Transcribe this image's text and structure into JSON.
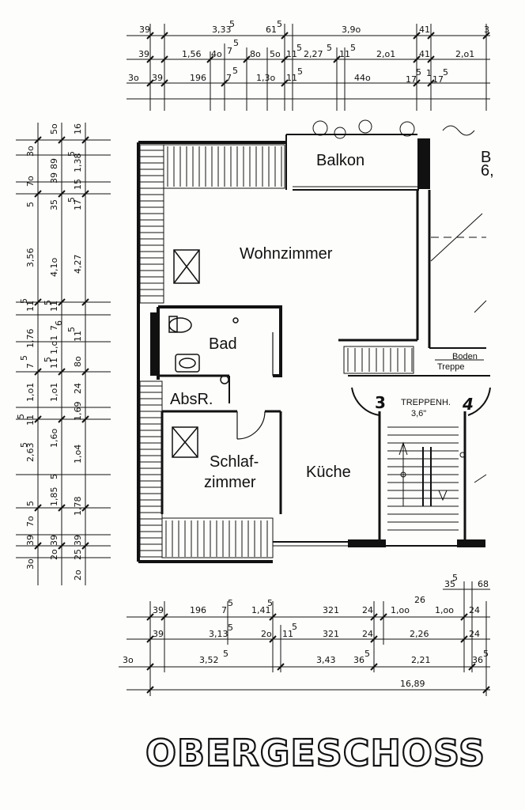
{
  "title": "OBERGESCHOSS",
  "rooms": {
    "balkon": "Balkon",
    "wohnzimmer": "Wohnzimmer",
    "bad": "Bad",
    "absr": "AbsR.",
    "schlaf_1": "Schlaf-",
    "schlaf_2": "zimmer",
    "kueche": "Küche",
    "balkon_right_1": "B",
    "balkon_right_2": "6,"
  },
  "stair": {
    "label": "TREPPENH.",
    "height": "3,6\"",
    "left_number": "3",
    "right_number": "4",
    "boden": "Boden",
    "treppe": "Treppe"
  },
  "dims_top": {
    "row1": [
      "39",
      "3,33",
      "5",
      "61",
      "5",
      "3,9o",
      "41",
      "3"
    ],
    "row2": [
      "39",
      "1,56",
      "4o",
      "7",
      "5",
      "8o",
      "5o",
      "11",
      "5",
      "2,27",
      "5",
      "11",
      "5",
      "2,o1",
      "41",
      "2,o1"
    ],
    "row3": [
      "3o",
      "39",
      "196",
      "7",
      "5",
      "1,3o",
      "11",
      "5",
      "44o",
      "17",
      "5",
      "1",
      "17",
      "5"
    ]
  },
  "dims_bottom": {
    "row0": [
      "35",
      "5",
      "68"
    ],
    "row1": [
      "39",
      "196",
      "7",
      "5",
      "1,41",
      "5",
      "321",
      "24",
      "1,oo",
      "26",
      "1,oo",
      "24"
    ],
    "row2": [
      "39",
      "3,13",
      "5",
      "2o",
      "11",
      "5",
      "321",
      "24",
      "2,26",
      "24"
    ],
    "row3": [
      "3o",
      "3,52",
      "5",
      "3,43",
      "36",
      "5",
      "2,21",
      "36",
      "5"
    ],
    "total": "16,89"
  },
  "dims_left": {
    "col1": [
      "3o",
      "7o",
      "5",
      "3,56",
      "11",
      "5",
      "1,76",
      "7",
      "5",
      "1,o1",
      "11",
      "5",
      "2,63",
      "5",
      "5",
      "7o",
      "39",
      "3o"
    ],
    "col2": [
      "5o",
      "89",
      "39",
      "35",
      "11",
      "5",
      "4,1o",
      "1,o1",
      "11",
      "5",
      "1,o1",
      "1,6o",
      "5",
      "1,85",
      "39",
      "2o"
    ],
    "col3": [
      "16",
      "5",
      "1,38",
      "15",
      "17",
      "5",
      "4,27",
      "11",
      "5",
      "8o",
      "24",
      "1,69",
      "1,o4",
      "1,78",
      "39",
      "25",
      "2o"
    ],
    "col3_extra": [
      "7",
      "6"
    ]
  }
}
